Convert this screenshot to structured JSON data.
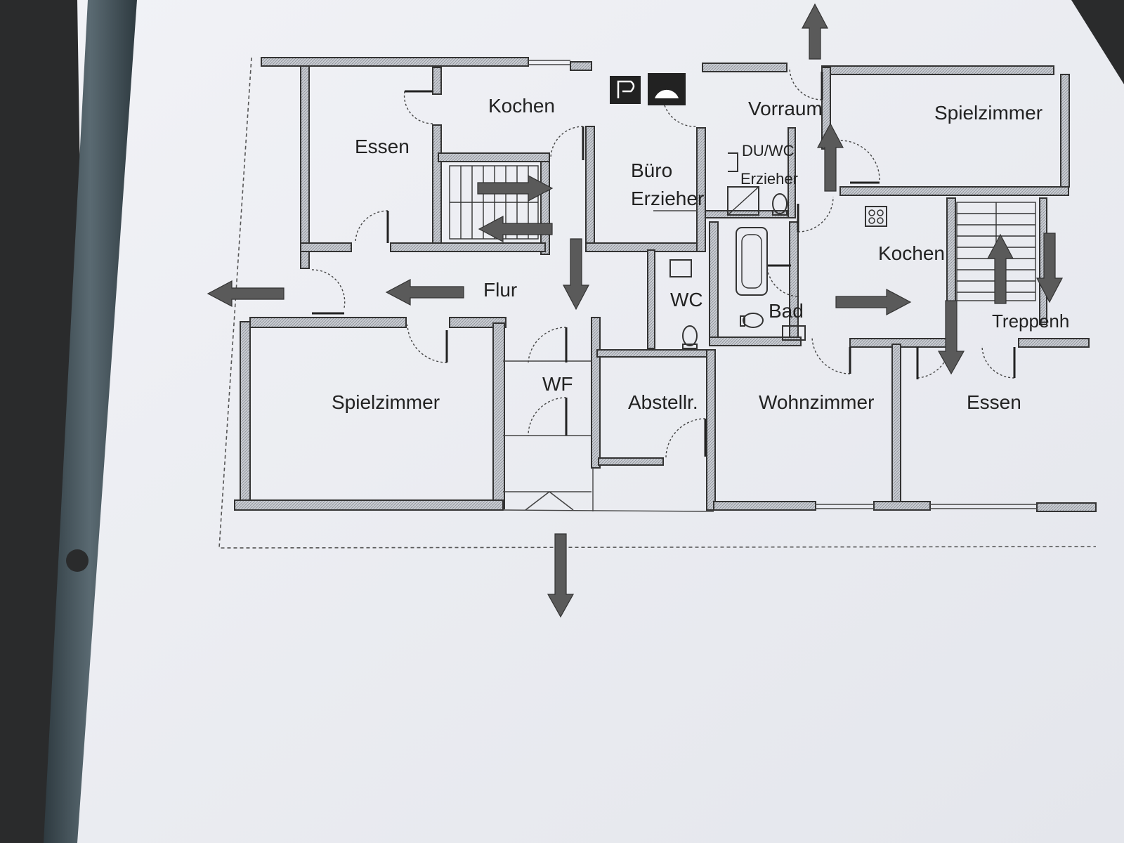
{
  "rooms": {
    "essen_left": "Essen",
    "kochen_left": "Kochen",
    "vorraum": "Vorraum",
    "spielzimmer_top_right": "Spielzimmer",
    "buero": "Büro",
    "buero_erzieher": "Erzieher",
    "du_wc": "DU/WC",
    "du_wc_erzieher": "Erzieher",
    "kochen_right": "Kochen",
    "flur": "Flur",
    "wc": "WC",
    "bad": "Bad",
    "treppenhaus": "Treppenh",
    "spielzimmer_left": "Spielzimmer",
    "wf": "WF",
    "abstellr": "Abstellr.",
    "wohnzimmer": "Wohnzimmer",
    "essen_right": "Essen"
  },
  "colors": {
    "paper": "#eef0f4",
    "wall": "#333333",
    "wall_fill": "#c9ccd2",
    "arrow": "#555555",
    "binder_strip": "#3d4a52"
  },
  "icons": [
    "escape-arrow-icon",
    "stove-icon",
    "oven-icon",
    "toilet-icon",
    "sink-icon",
    "bathtub-icon",
    "shower-icon",
    "door-swing-icon"
  ]
}
